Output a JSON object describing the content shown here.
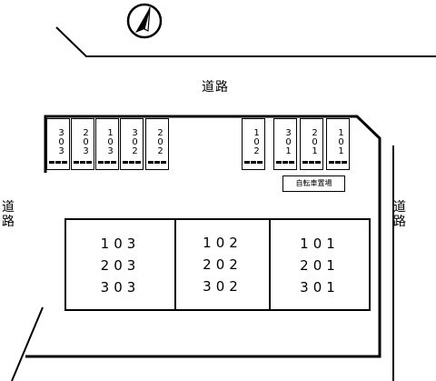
{
  "roads": {
    "top": "道路",
    "left": "道路",
    "right": "道路"
  },
  "parking": {
    "left_group": [
      "303",
      "203",
      "103",
      "302",
      "202"
    ],
    "right_group": [
      "102",
      "301",
      "201",
      "101"
    ]
  },
  "bicycle_parking": "自転車置場",
  "buildings": [
    {
      "units": [
        "103",
        "203",
        "303"
      ]
    },
    {
      "units": [
        "102",
        "202",
        "302"
      ]
    },
    {
      "units": [
        "101",
        "201",
        "301"
      ]
    }
  ],
  "compass": {
    "icon": "north-arrow-icon"
  }
}
